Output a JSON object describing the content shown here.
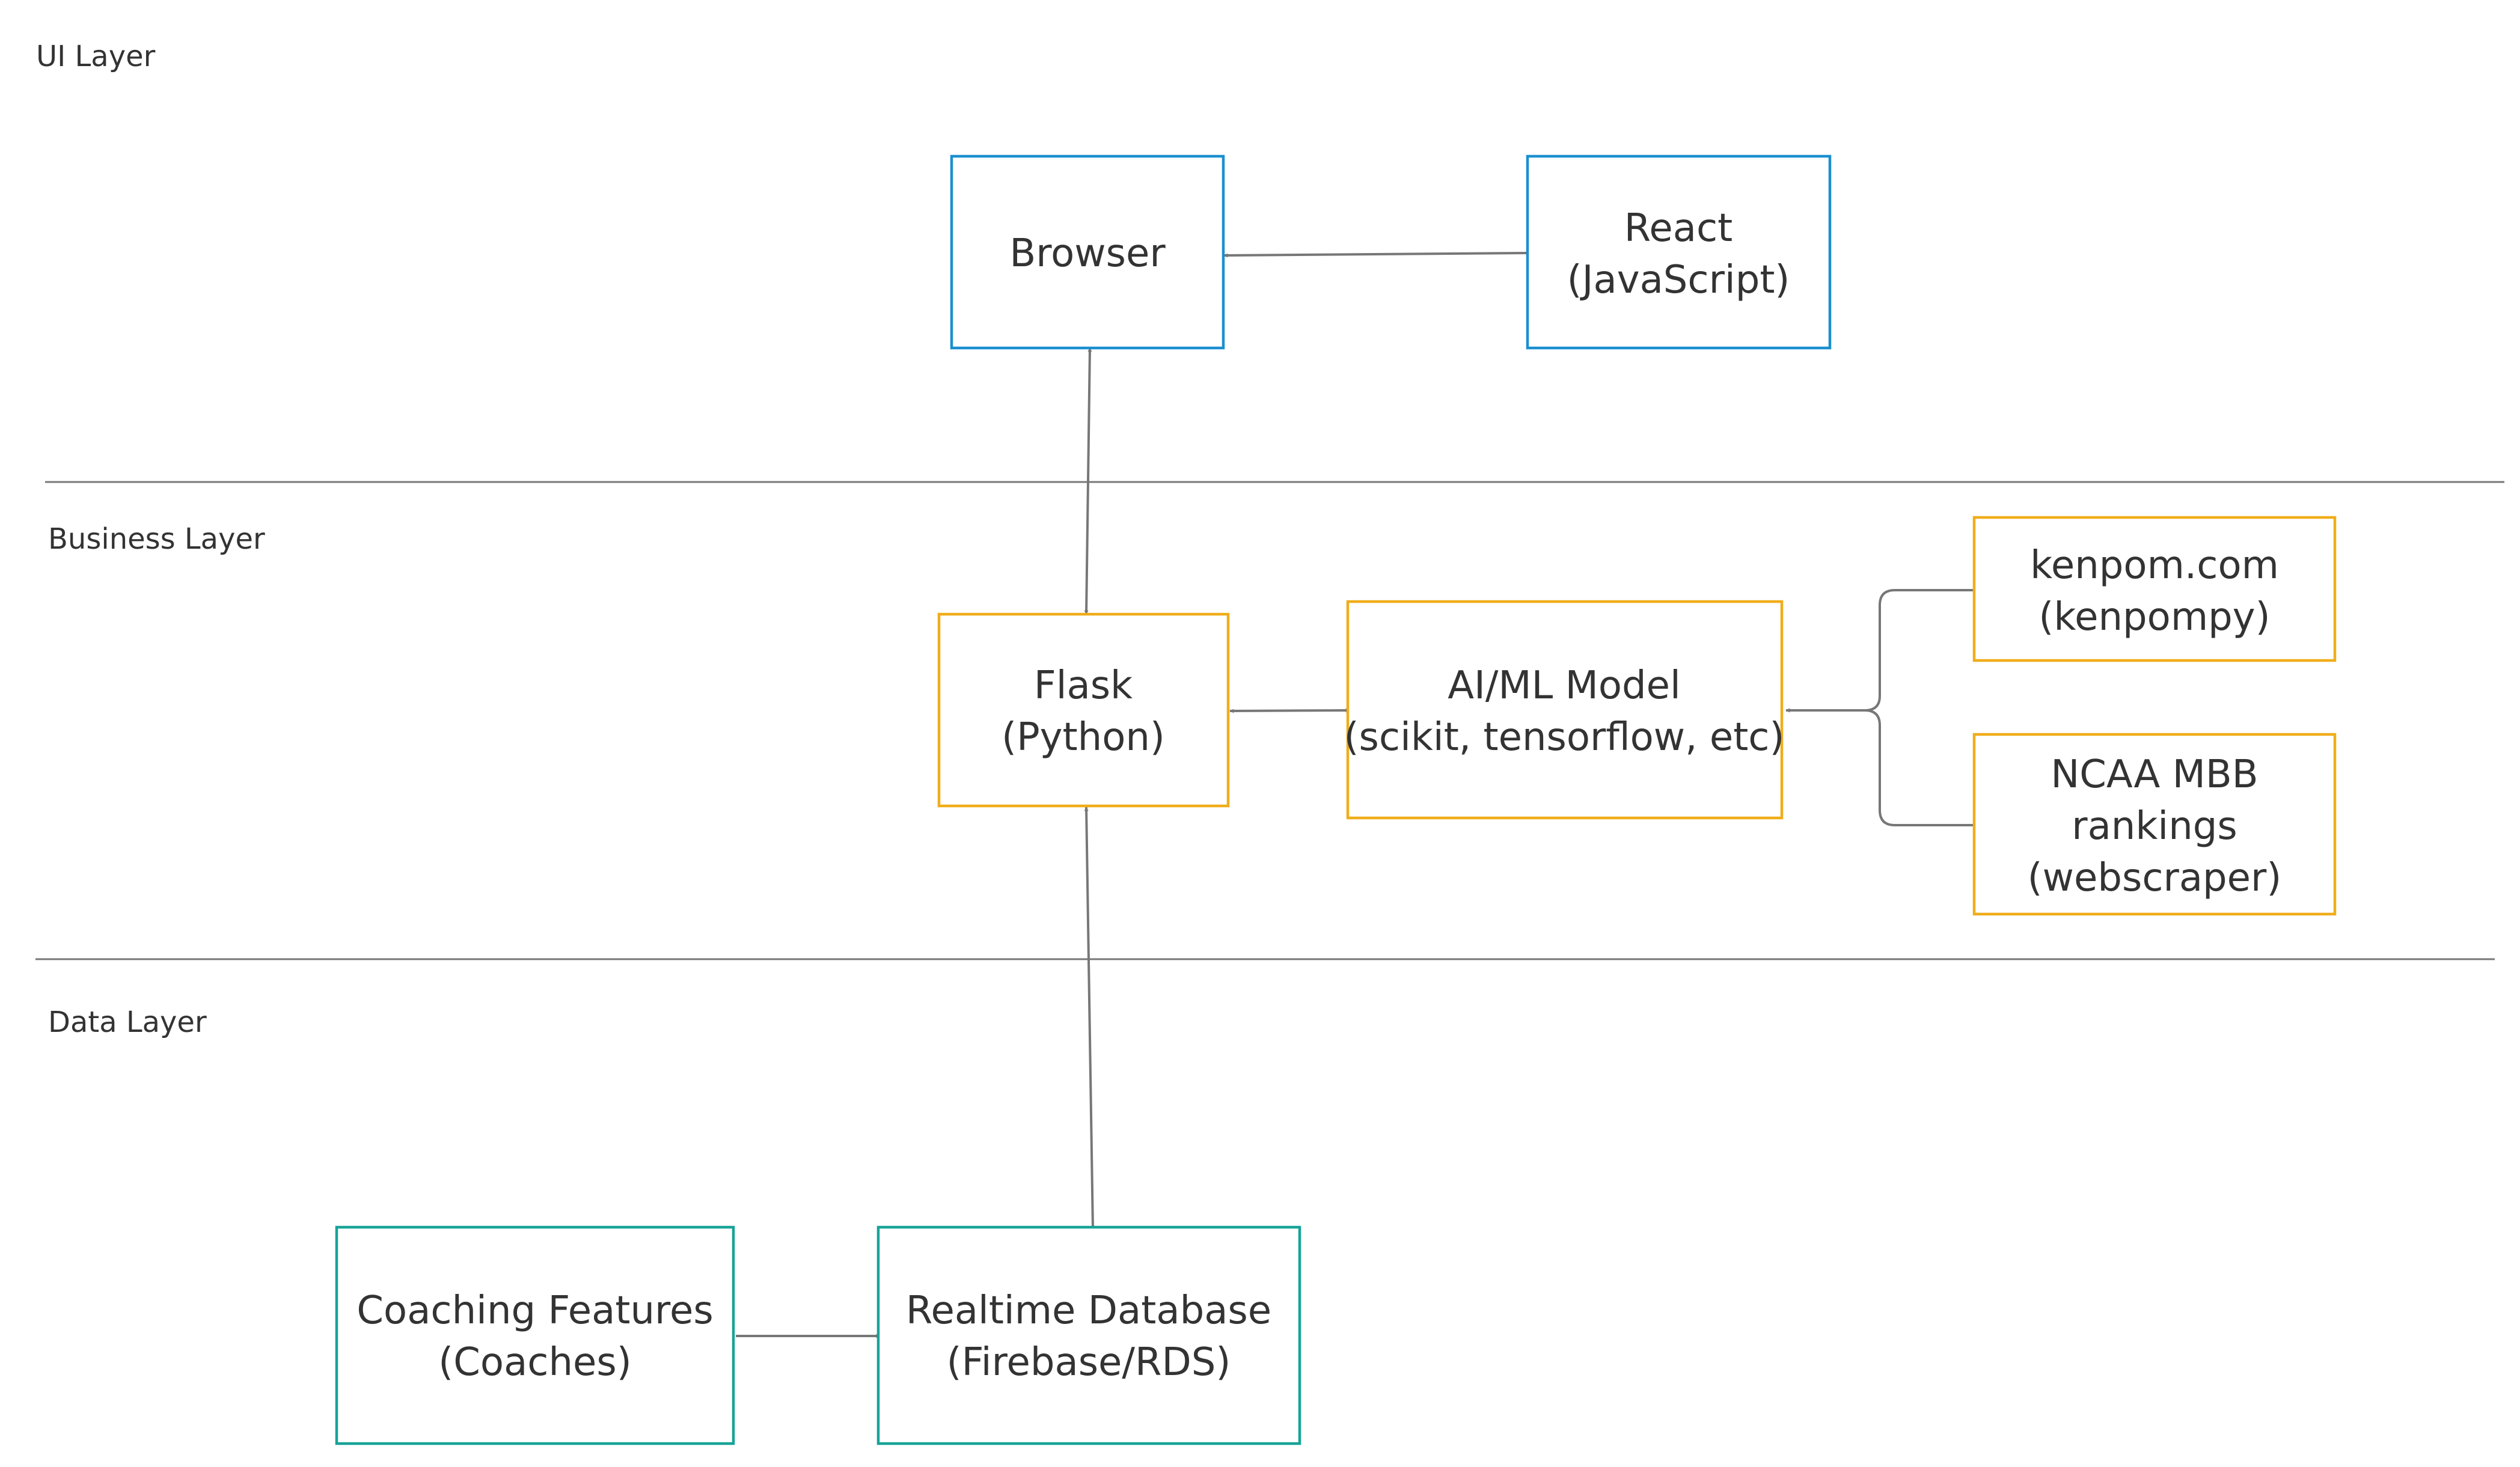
{
  "layers": {
    "ui": "UI Layer",
    "business": "Business Layer",
    "data": "Data Layer"
  },
  "nodes": {
    "browser": {
      "lines": [
        "Browser"
      ]
    },
    "react": {
      "lines": [
        "React",
        "(JavaScript)"
      ]
    },
    "flask": {
      "lines": [
        "Flask",
        "(Python)"
      ]
    },
    "aiml": {
      "lines": [
        "AI/ML Model",
        "(scikit, tensorflow, etc)"
      ]
    },
    "kenpom": {
      "lines": [
        "kenpom.com",
        "(kenpompy)"
      ]
    },
    "ncaa": {
      "lines": [
        "NCAA MBB",
        "rankings",
        "(webscraper)"
      ]
    },
    "coaching": {
      "lines": [
        "Coaching Features",
        "(Coaches)"
      ]
    },
    "database": {
      "lines": [
        "Realtime Database",
        "(Firebase/RDS)"
      ]
    }
  },
  "colors": {
    "ui_layer": "#1a8fd0",
    "business_layer": "#f0ad1a",
    "data_layer": "#17a397",
    "text": "#333333",
    "edge": "#777777"
  }
}
